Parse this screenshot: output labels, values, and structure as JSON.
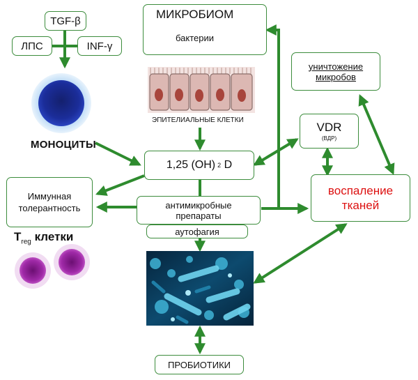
{
  "colors": {
    "arrow": "#2e8b2e",
    "box_border": "#3c8c3c",
    "inflammation_text": "#dd1111",
    "bacteria": "#cc33cc",
    "monocyte": "#1b2d8f",
    "treg": "#9b2aa0"
  },
  "inputs": {
    "tgf": "TGF-β",
    "lps": "ЛПС",
    "inf": "INF-γ"
  },
  "monocytes_label": "МОНОЦИТЫ",
  "microbiome": {
    "title": "МИКРОБИОМ",
    "bacteria": "бактерии"
  },
  "epithelial_label": "ЭПИТЕЛИАЛЬНЫЕ КЛЕТКИ",
  "vitamin_d": {
    "main": "1,25 (OH)",
    "sub": "2",
    "tail": " D"
  },
  "vdr": {
    "title": "VDR",
    "sub": "(ВДР)"
  },
  "microbe_destruction": {
    "line1": "уничтожение",
    "line2": "микробов"
  },
  "inflammation": {
    "line1": "воспаление",
    "line2": "тканей"
  },
  "immune_tolerance": {
    "line1": "Иммунная",
    "line2": "толерантность"
  },
  "antimicrobial": {
    "line1": "антимикробные",
    "line2": "препараты"
  },
  "autophagy": "аутофагия",
  "treg": {
    "letter": "T",
    "sub": "reg",
    "word": " клетки"
  },
  "probiotics": "ПРОБИОТИКИ"
}
